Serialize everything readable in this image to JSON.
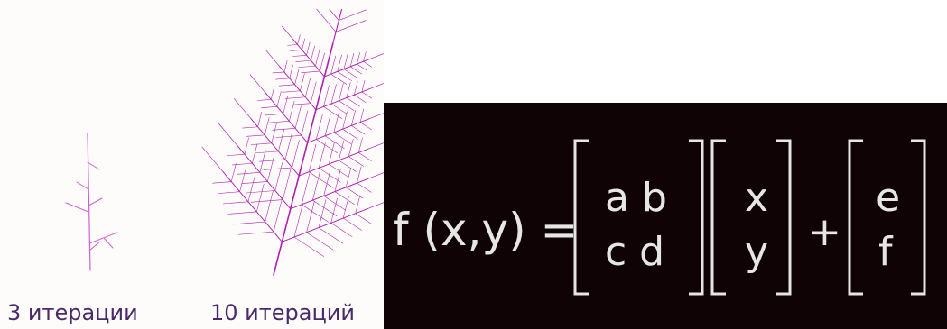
{
  "captions": {
    "small": "3 итерации",
    "large": "10 итераций"
  },
  "formula": {
    "lhs": "f (x,y) =",
    "matrix": {
      "r1": "a b",
      "r2": "c d"
    },
    "vector_xy": {
      "r1": "x",
      "r2": "y"
    },
    "plus": "+",
    "vector_ef": {
      "r1": "e",
      "r2": "f"
    }
  },
  "colors": {
    "fern": "#b020b0",
    "fern_light": "#d060d0",
    "formula_bg": "#100305",
    "formula_text": "#e6e6e6",
    "caption": "#4a2a6a"
  }
}
